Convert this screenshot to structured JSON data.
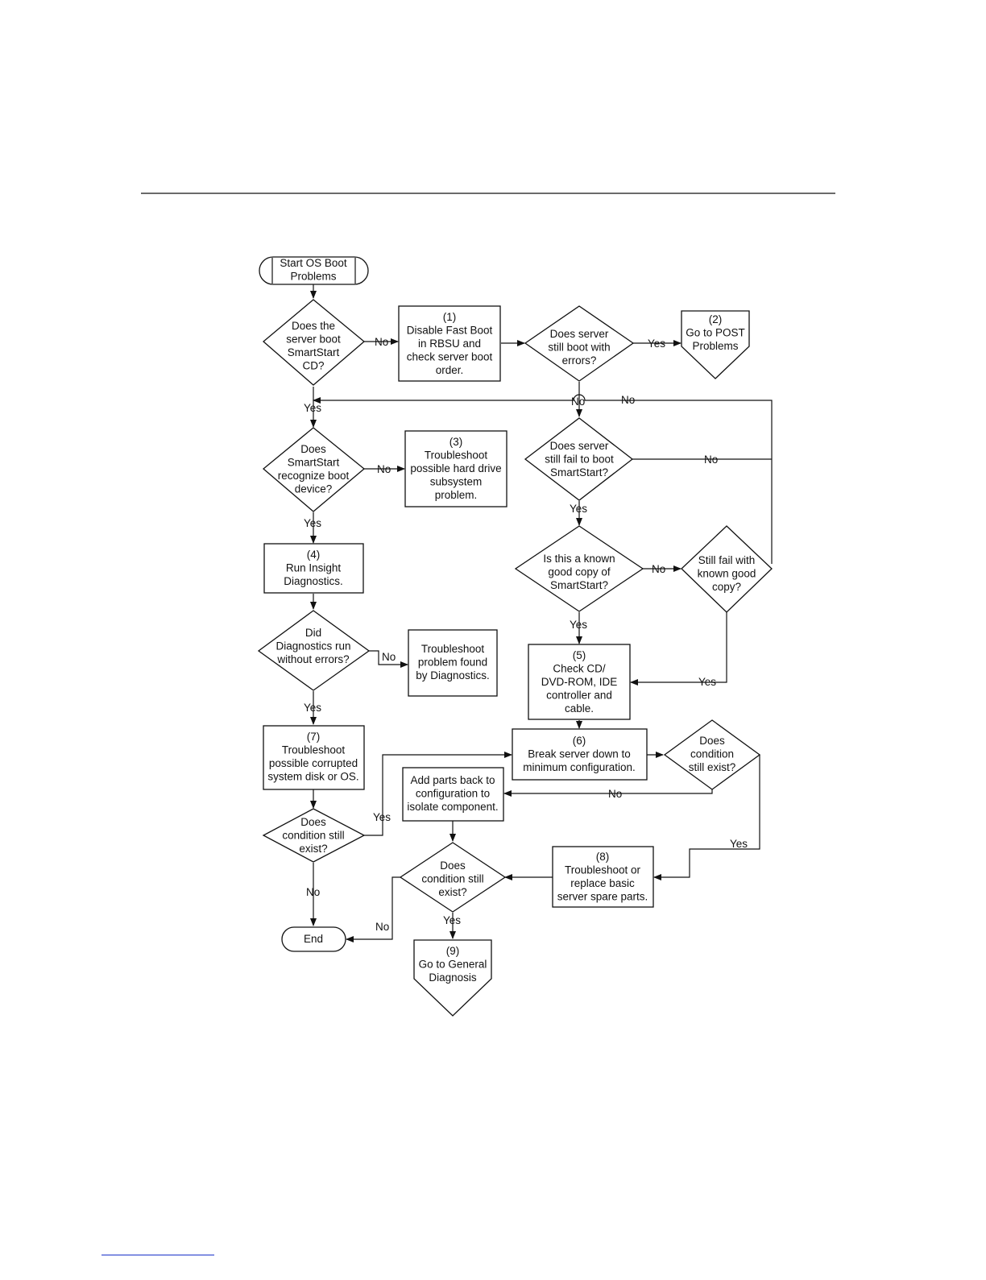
{
  "flowchart": {
    "nodes": {
      "start": {
        "shape": "terminator",
        "lines": [
          "Start OS Boot",
          "Problems"
        ]
      },
      "q_smartstart_cd": {
        "shape": "decision",
        "lines": [
          "Does the",
          "server boot",
          "SmartStart",
          "CD?"
        ]
      },
      "step1": {
        "shape": "process",
        "lines": [
          "(1)",
          "Disable Fast Boot",
          "in RBSU and",
          "check server boot",
          "order."
        ]
      },
      "q_still_errors": {
        "shape": "decision",
        "lines": [
          "Does server",
          "still boot with",
          "errors?"
        ]
      },
      "step2": {
        "shape": "offpage",
        "lines": [
          "(2)",
          "Go to POST",
          "Problems"
        ]
      },
      "q_recognize": {
        "shape": "decision",
        "lines": [
          "Does",
          "SmartStart",
          "recognize boot",
          "device?"
        ]
      },
      "step3": {
        "shape": "process",
        "lines": [
          "(3)",
          "Troubleshoot",
          "possible hard drive",
          "subsystem",
          "problem."
        ]
      },
      "q_fail_smartstart": {
        "shape": "decision",
        "lines": [
          "Does server",
          "still fail to boot",
          "SmartStart?"
        ]
      },
      "step4": {
        "shape": "process",
        "lines": [
          "(4)",
          "Run Insight",
          "Diagnostics."
        ]
      },
      "q_known_good": {
        "shape": "decision",
        "lines": [
          "Is this a known",
          "good copy of",
          "SmartStart?"
        ]
      },
      "q_still_fail_known": {
        "shape": "decision",
        "lines": [
          "Still fail with",
          "known good",
          "copy?"
        ]
      },
      "q_diag": {
        "shape": "decision",
        "lines": [
          "Did",
          "Diagnostics run",
          "without errors?"
        ]
      },
      "diag_problem": {
        "shape": "process",
        "lines": [
          "Troubleshoot",
          "problem found",
          "by Diagnostics."
        ]
      },
      "step5": {
        "shape": "process",
        "lines": [
          "(5)",
          "Check CD/",
          "DVD-ROM, IDE",
          "controller and",
          "cable."
        ]
      },
      "step7": {
        "shape": "process",
        "lines": [
          "(7)",
          "Troubleshoot",
          "possible corrupted",
          "system disk or OS."
        ]
      },
      "step6": {
        "shape": "process",
        "lines": [
          "(6)",
          "Break server down to",
          "minimum configuration."
        ]
      },
      "q_cond_right": {
        "shape": "decision",
        "lines": [
          "Does",
          "condition",
          "still exist?"
        ]
      },
      "add_parts": {
        "shape": "process",
        "lines": [
          "Add parts back to",
          "configuration to",
          "isolate component."
        ]
      },
      "q_cond_left": {
        "shape": "decision",
        "lines": [
          "Does",
          "condition still",
          "exist?"
        ]
      },
      "step8": {
        "shape": "process",
        "lines": [
          "(8)",
          "Troubleshoot or",
          "replace basic",
          "server spare parts."
        ]
      },
      "q_cond_mid": {
        "shape": "decision",
        "lines": [
          "Does",
          "condition still",
          "exist?"
        ]
      },
      "end": {
        "shape": "terminator",
        "lines": [
          "End"
        ]
      },
      "step9": {
        "shape": "offpage",
        "lines": [
          "(9)",
          "Go to General",
          "Diagnosis"
        ]
      }
    },
    "labels": {
      "no_cd": "No",
      "yes_still_errors": "Yes",
      "no_still_errors": "No",
      "no_loop_top": "No",
      "yes_cd": "Yes",
      "no_recognize": "No",
      "no_fail_smartstart": "No",
      "yes_fail_smartstart": "Yes",
      "yes_recognize": "Yes",
      "no_known_good": "No",
      "yes_known_good": "Yes",
      "no_diag": "No",
      "yes_still_fail_known": "Yes",
      "yes_diag": "Yes",
      "yes_cond_left": "Yes",
      "no_cond_right": "No",
      "no_cond_left": "No",
      "yes_cond_right": "Yes",
      "no_cond_mid": "No",
      "yes_cond_mid": "Yes"
    }
  }
}
